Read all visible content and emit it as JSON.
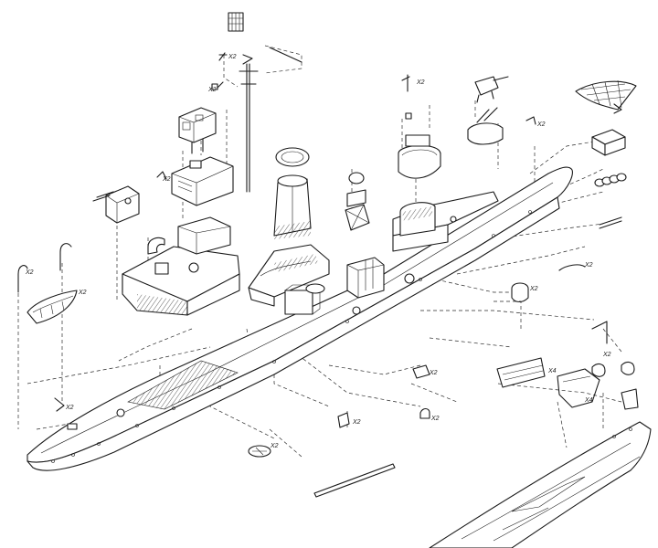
{
  "colors": {
    "ink": "#1a1a1a",
    "paper": "#ffffff"
  },
  "callouts": [
    {
      "id": "c1",
      "text": "X2"
    },
    {
      "id": "c2",
      "text": "X2"
    },
    {
      "id": "c3",
      "text": "X2"
    },
    {
      "id": "c4",
      "text": "X2"
    },
    {
      "id": "c5",
      "text": "X2"
    },
    {
      "id": "c6",
      "text": "X2"
    },
    {
      "id": "c7",
      "text": "X2"
    },
    {
      "id": "c8",
      "text": "X2"
    },
    {
      "id": "c9",
      "text": "X2"
    },
    {
      "id": "c10",
      "text": "X2"
    },
    {
      "id": "c11",
      "text": "X4"
    },
    {
      "id": "c12",
      "text": "X4"
    },
    {
      "id": "c13",
      "text": "X2"
    },
    {
      "id": "c14",
      "text": "X2"
    },
    {
      "id": "c15",
      "text": "X2"
    },
    {
      "id": "c16",
      "text": "X2"
    },
    {
      "id": "c17",
      "text": "X2"
    }
  ]
}
